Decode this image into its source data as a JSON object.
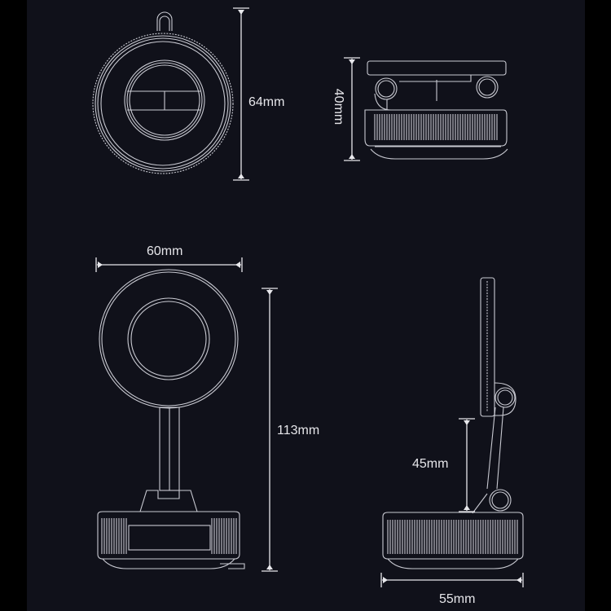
{
  "views": {
    "front_top": {
      "height_label": "64mm"
    },
    "side_top": {
      "height_label": "40mm"
    },
    "front_stand": {
      "width_label": "60mm",
      "height_label": "113mm"
    },
    "side_stand": {
      "arm_label": "45mm",
      "depth_label": "55mm"
    }
  },
  "colors": {
    "background": "#10111a",
    "margin": "#000000",
    "line": "#c9cad2"
  }
}
